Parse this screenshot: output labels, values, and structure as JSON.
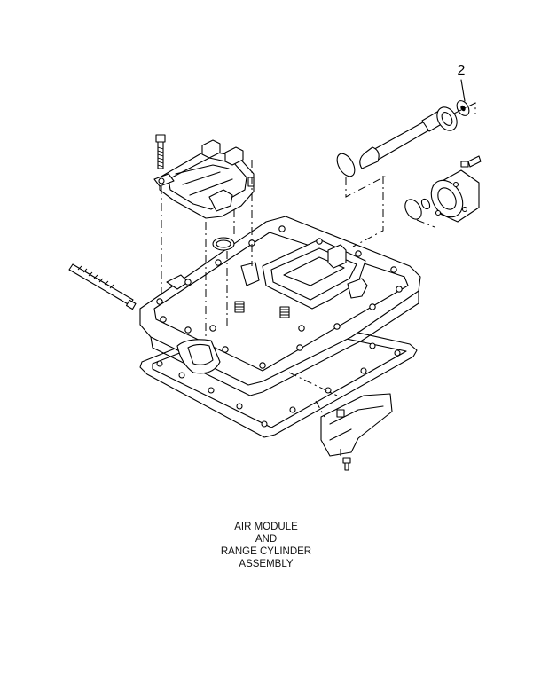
{
  "callouts": [
    {
      "number": "2"
    }
  ],
  "caption": {
    "line1": "AIR MODULE",
    "line2": "AND",
    "line3": "RANGE CYLINDER",
    "line4": "ASSEMBLY"
  }
}
